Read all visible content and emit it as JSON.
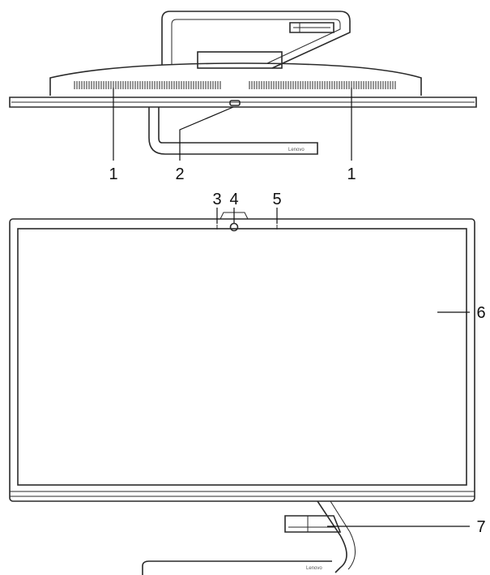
{
  "brand": "Lenovo",
  "callouts": {
    "c1a": "1",
    "c2": "2",
    "c1b": "1",
    "c3": "3",
    "c4": "4",
    "c5": "5",
    "c6": "6",
    "c7": "7"
  },
  "colors": {
    "line": "#2a2a2a",
    "leader": "#111111",
    "background": "#ffffff"
  }
}
